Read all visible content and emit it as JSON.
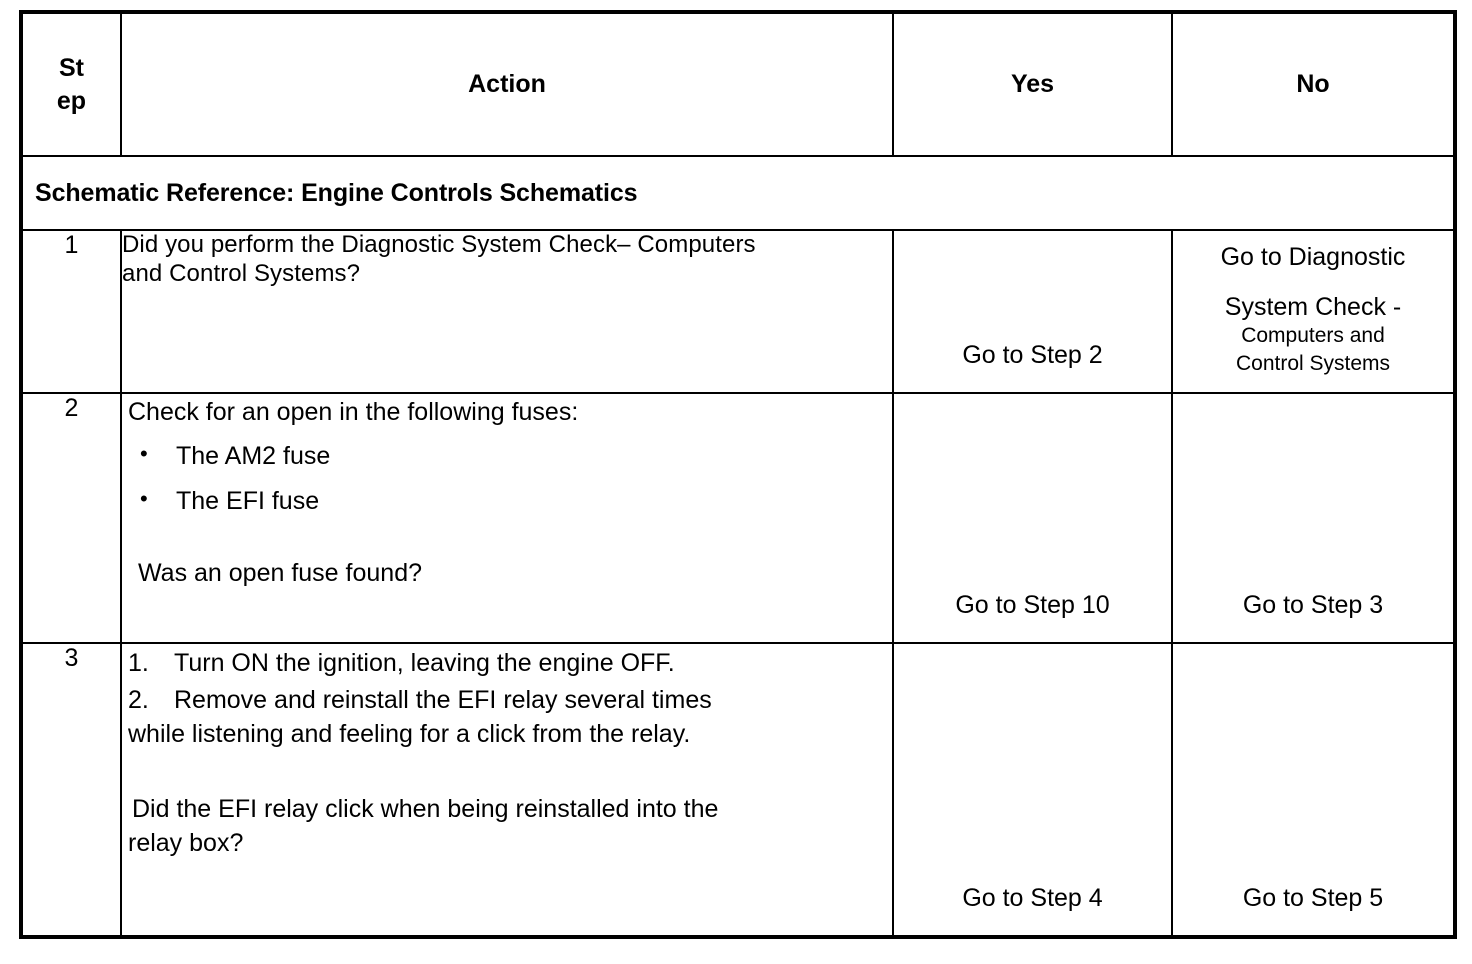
{
  "table": {
    "columns": [
      {
        "key": "step",
        "label": "St\nep"
      },
      {
        "key": "action",
        "label": "Action"
      },
      {
        "key": "yes",
        "label": "Yes"
      },
      {
        "key": "no",
        "label": "No"
      }
    ],
    "headers": {
      "step_line1": "St",
      "step_line2": "ep",
      "action": "Action",
      "yes": "Yes",
      "no": "No"
    },
    "schematic_reference": "Schematic Reference: Engine Controls Schematics",
    "rows": [
      {
        "step": "1",
        "action_lines": [
          "Did you perform the Diagnostic System Check– Computers",
          "and Control Systems?"
        ],
        "yes": "Go to Step 2",
        "no_lines": [
          "Go to Diagnostic",
          "System Check -",
          "Computers  and",
          "Control  Systems"
        ]
      },
      {
        "step": "2",
        "lead": "Check for an open in the following fuses:",
        "bullet_char": "•",
        "bullets": [
          "The AM2 fuse",
          "The EFI fuse"
        ],
        "question": "Was an open fuse found?",
        "yes": "Go to Step 10",
        "no": "Go to Step 3"
      },
      {
        "step": "3",
        "ordered": [
          {
            "num": "1.",
            "text": "Turn ON the ignition, leaving the engine OFF."
          },
          {
            "num": "2.",
            "text": "Remove and reinstall the EFI relay several times"
          }
        ],
        "continuation": "while listening and feeling for a click from the relay.",
        "question_line1": " Did the EFI relay click when being reinstalled into the",
        "question_line2": "relay box?",
        "yes": "Go to Step 4",
        "no": "Go to Step 5"
      }
    ]
  }
}
